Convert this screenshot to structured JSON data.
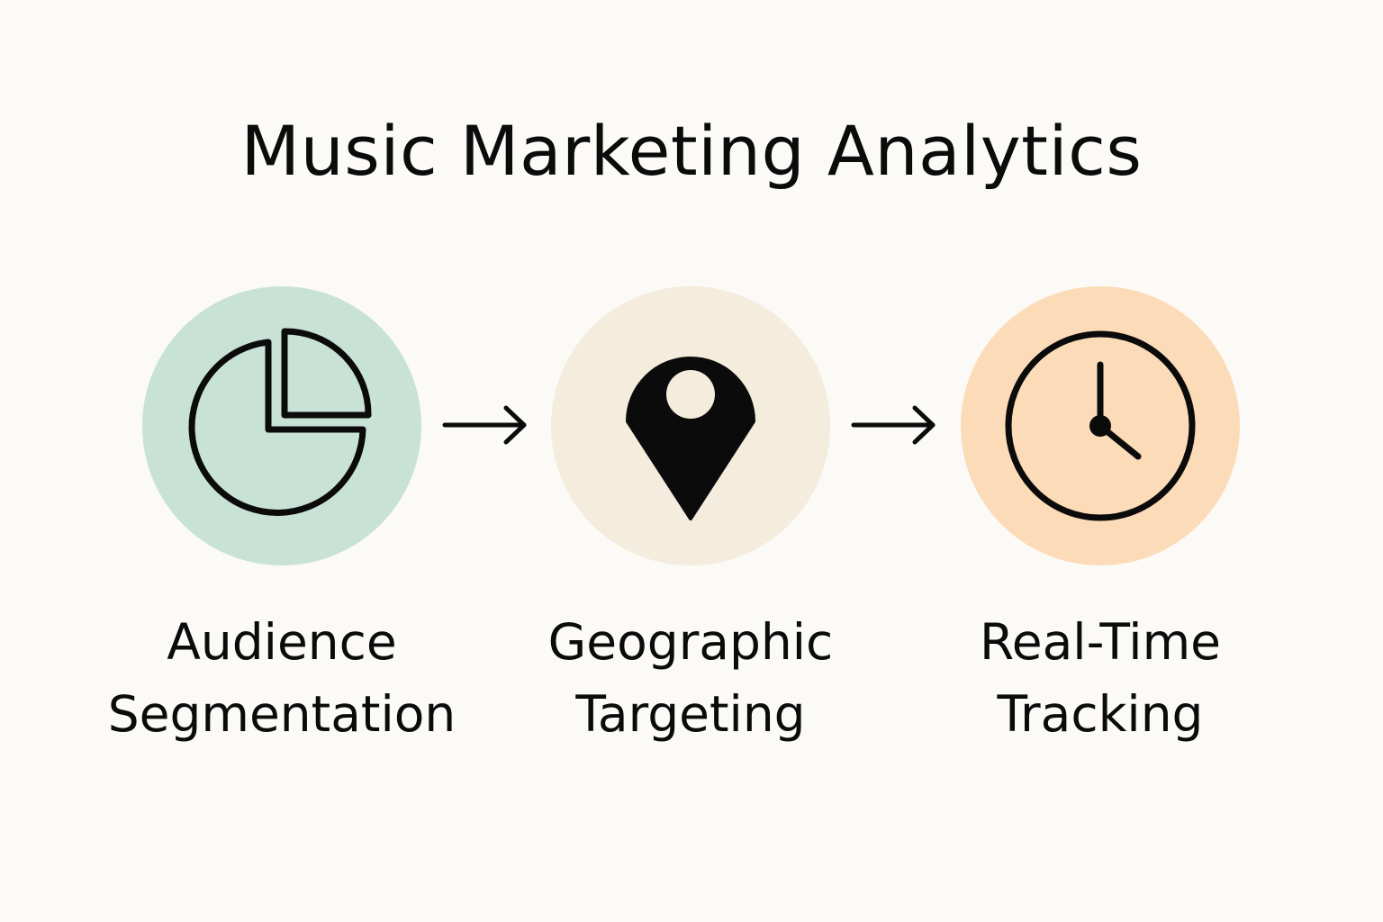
{
  "title": "Music Marketing Analytics",
  "steps": [
    {
      "label_line1": "Audience",
      "label_line2": "Segmentation",
      "icon": "pie-chart-icon",
      "circle_color": "#c9e2d6"
    },
    {
      "label_line1": "Geographic",
      "label_line2": "Targeting",
      "icon": "location-pin-icon",
      "circle_color": "#f4ecdc"
    },
    {
      "label_line1": "Real-Time",
      "label_line2": "Tracking",
      "icon": "clock-icon",
      "circle_color": "#fcdcb8"
    }
  ],
  "icon_color": "#0b0b0b",
  "background_color": "#fbfaf7"
}
